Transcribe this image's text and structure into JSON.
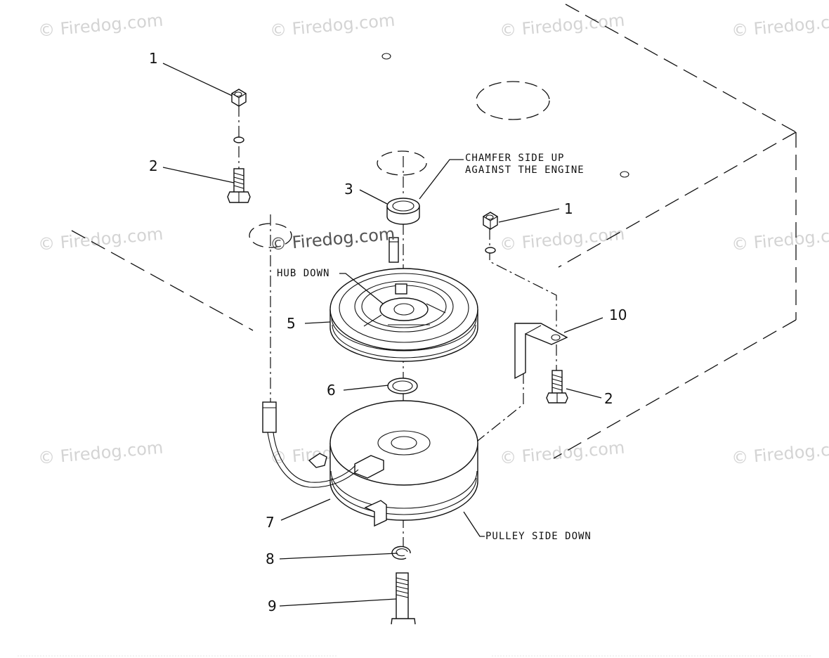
{
  "watermarks": [
    "© Firedog.com",
    "© Firedog.com",
    "© Firedog.com",
    "© Firedog.c",
    "© Firedog.com",
    "© Firedog.com",
    "© Firedog.com",
    "© Firedog.c",
    "© Firedog.com",
    "© Firedog.com",
    "© Firedog.com",
    "© Firedog.c"
  ],
  "center_watermark": "© Firedog.com",
  "callouts": {
    "c1_left": "1",
    "c2_left": "2",
    "c3": "3",
    "c1_right": "1",
    "c5": "5",
    "c10": "10",
    "c6": "6",
    "c2_right": "2",
    "c7": "7",
    "c8": "8",
    "c9": "9"
  },
  "notes": {
    "chamfer_line1": "CHAMFER SIDE UP",
    "chamfer_line2": "AGAINST THE ENGINE",
    "hub_down": "HUB DOWN",
    "pulley_side_down": "PULLEY SIDE DOWN"
  }
}
